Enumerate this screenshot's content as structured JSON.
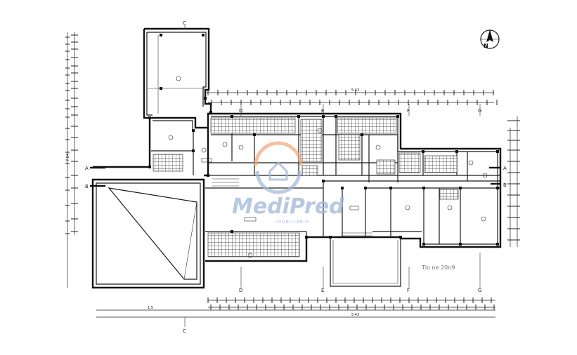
{
  "drawing": {
    "axis_labels": {
      "c_top": "C",
      "c_bottom": "C",
      "d_top": "D",
      "d_bottom": "D",
      "e_top": "E",
      "e_bottom": "E",
      "f_top": "F",
      "f_bottom": "F",
      "g_top": "G",
      "g_bottom": "G",
      "a_left": "A",
      "a_right": "A",
      "b_left": "B",
      "b_right": "B"
    },
    "north_label": "N",
    "handwritten_note": "Tlo ne 20n9"
  },
  "watermark": {
    "brand": "MediPred",
    "tagline": "IMOBILIARIA"
  },
  "colors": {
    "line": "#1a1a1a",
    "watermark_blue": "#9fb6d8",
    "watermark_orange": "#f0a77a"
  }
}
